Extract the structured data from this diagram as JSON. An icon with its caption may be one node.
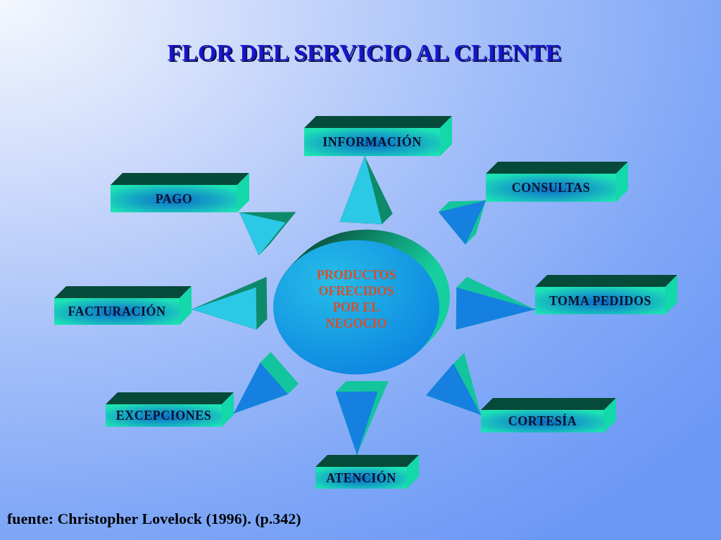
{
  "diagram": {
    "title": "FLOR DEL SERVICIO AL CLIENTE",
    "caption": "fuente: Christopher Lovelock (1996). (p.342)",
    "nodes": [
      {
        "text": [
          "INFORMACIÓN"
        ]
      },
      {
        "text": [
          "PAGO"
        ]
      },
      {
        "text": [
          "CONSULTAS"
        ]
      },
      {
        "text": [
          "FACTURACIÓN"
        ]
      },
      {
        "text": [
          "PRODUCTOS OFRECIDOS POR EL NEGOCIO"
        ]
      },
      {
        "text": [
          "TOMA PEDIDOS"
        ]
      },
      {
        "text": [
          "EXCEPCIONES"
        ]
      },
      {
        "text": [
          "CORTESÍA"
        ]
      },
      {
        "text": [
          "ATENCIÓN"
        ]
      }
    ],
    "edges": [
      {
        "from": 4,
        "to": 0,
        "arrow": "to"
      },
      {
        "from": 4,
        "to": 1,
        "arrow": "to"
      },
      {
        "from": 4,
        "to": 2,
        "arrow": "to"
      },
      {
        "from": 4,
        "to": 3,
        "arrow": "to"
      },
      {
        "from": 4,
        "to": 5,
        "arrow": "to"
      },
      {
        "from": 4,
        "to": 6,
        "arrow": "to"
      },
      {
        "from": 4,
        "to": 7,
        "arrow": "to"
      },
      {
        "from": 4,
        "to": 8,
        "arrow": "to"
      }
    ]
  }
}
